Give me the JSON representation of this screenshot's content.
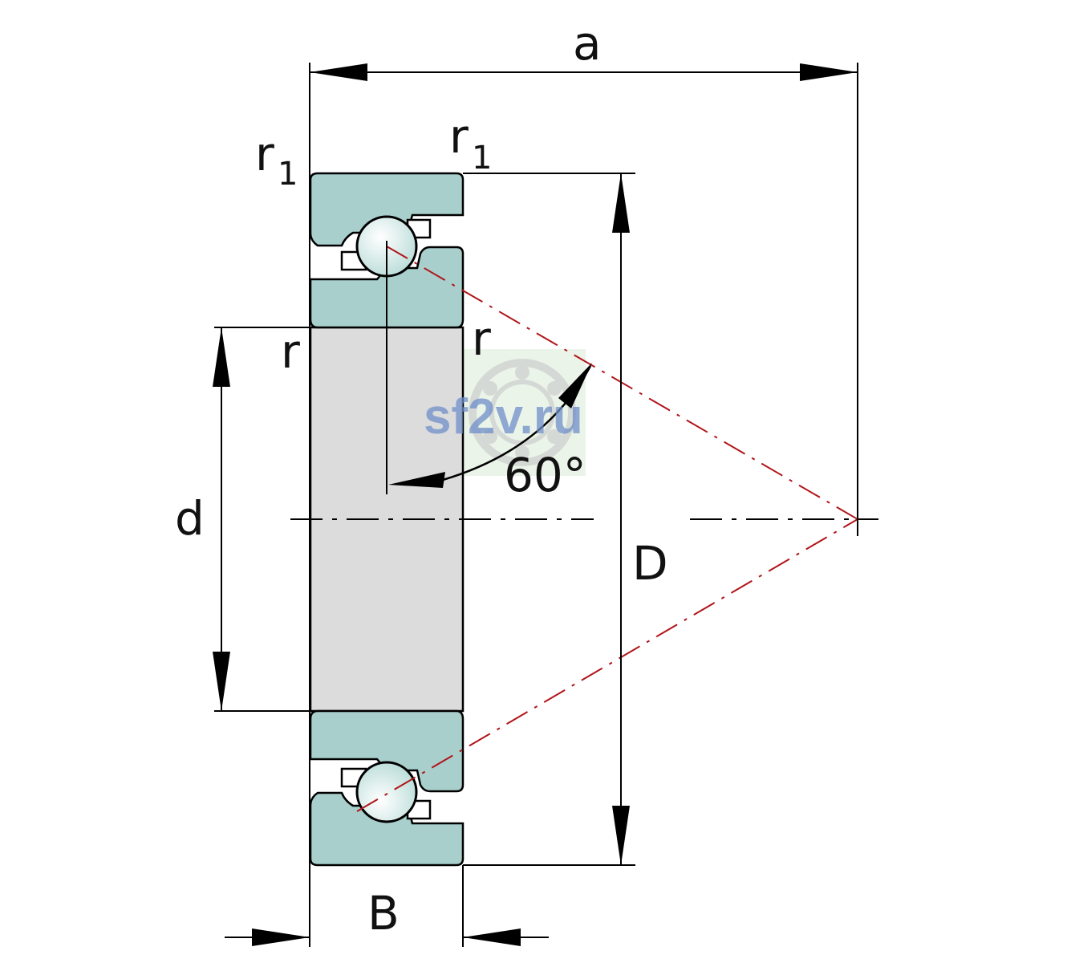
{
  "colors": {
    "ring_fill": "#a8cfcc",
    "bore_fill": "#dcdcdc",
    "ball_fill": "#e4f2f0",
    "line": "#000000",
    "contact_line": "#b0151a",
    "watermark_text": "#6f8fc9",
    "watermark_bg": "#e3efe0"
  },
  "labels": {
    "a": "a",
    "r1_left_main": "r",
    "r1_left_sub": "1",
    "r1_right_main": "r",
    "r1_right_sub": "1",
    "r_left": "r",
    "r_right": "r",
    "d": "d",
    "D": "D",
    "B": "B",
    "angle": "60°"
  },
  "watermark": {
    "text": "sf2v.ru",
    "icon": "bearing-logo-icon"
  }
}
